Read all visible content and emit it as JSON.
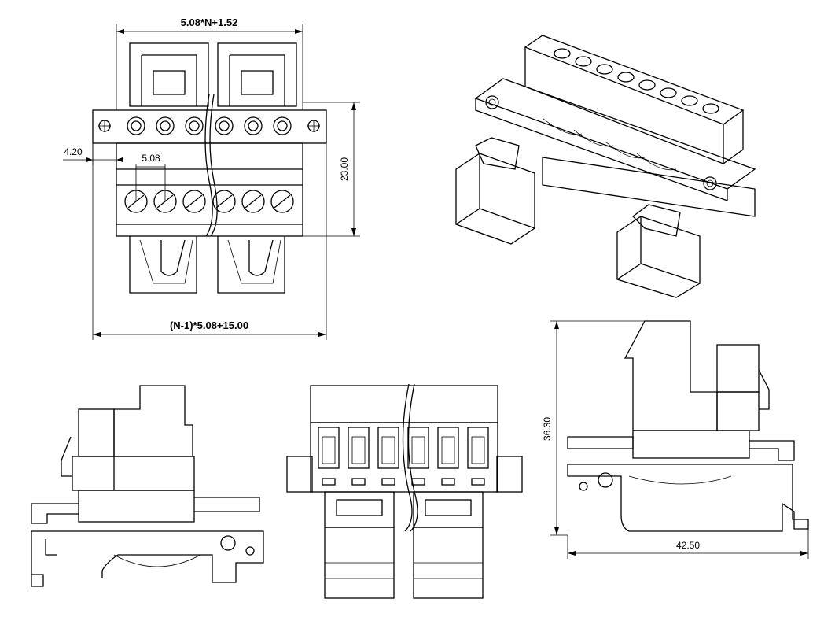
{
  "dimensions": {
    "top_width": "5.08*N+1.52",
    "bottom_width": "(N-1)*5.08+15.00",
    "pitch": "5.08",
    "flange_offset": "4.20",
    "height_front": "23.00",
    "height_side": "36.30",
    "depth_side": "42.50"
  }
}
